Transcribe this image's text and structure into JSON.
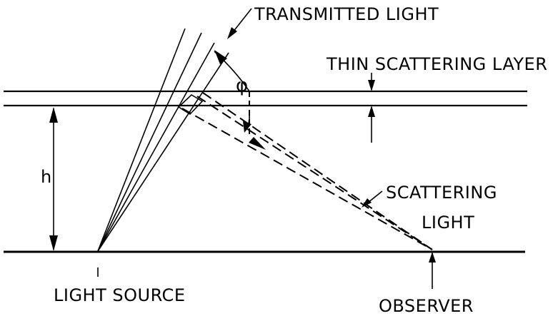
{
  "labels": {
    "transmitted_light": "TRANSMITTED LIGHT",
    "thin_scattering_layer": "THIN SCATTERING LAYER",
    "scattering_line1": "SCATTERING",
    "scattering_line2": "LIGHT",
    "height": "h",
    "angle": "φ",
    "light_source": "LIGHT SOURCE",
    "observer": "OBSERVER"
  }
}
